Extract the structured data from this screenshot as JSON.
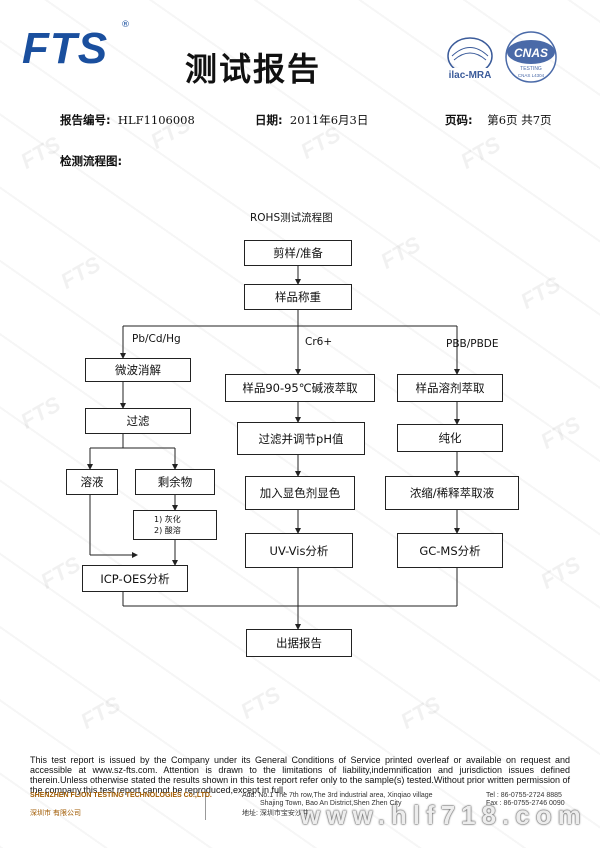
{
  "header": {
    "logo_text": "FTS",
    "title": "测试报告",
    "ilac_text": "ilac-MRA",
    "cnas_text": "CNAS",
    "cnas_sub": "TESTING",
    "cnas_code": "CNAS L4304"
  },
  "meta": {
    "report_no_label": "报告编号:",
    "report_no": "HLF1106008",
    "date_label": "日期:",
    "date": "2011年6月3日",
    "page_label": "页码:",
    "page": "第6页 共7页"
  },
  "section_title": "检测流程图:",
  "flowchart": {
    "title": "ROHS测试流程图",
    "cut": "剪样/准备",
    "weigh": "样品称重",
    "branch_left": "Pb/Cd/Hg",
    "branch_mid": "Cr6+",
    "branch_right": "PBB/PBDE",
    "microwave": "微波消解",
    "filter": "过滤",
    "solution": "溶液",
    "residue": "剩余物",
    "residue_step1": "1) 灰化",
    "residue_step2": "2) 酸溶",
    "icp": "ICP-OES分析",
    "alkali": "样品90-95℃碱液萃取",
    "filter_ph": "过滤并调节pH值",
    "color": "加入显色剂显色",
    "uv": "UV-Vis分析",
    "solvent": "样品溶剂萃取",
    "purify": "纯化",
    "concentrate": "浓缩/稀释萃取液",
    "gcms": "GC-MS分析",
    "report": "出据报告"
  },
  "footer": {
    "disclaimer": "This test report is issued by the Company under its General Conditions of Service printed overleaf or available on request and accessible at www.sz-fts.com. Attention is drawn to the limitations of liability,indemnification and jurisdiction issues defined therein.Unless otherwise stated the results shown in this test report refer only to the sample(s) tested.Without prior written permission of the company,this test report cannot be reproduced,except in full.",
    "company": "SHENZHEN FLION TESTING TECHNOLOGIES Co.,LTD.",
    "company_cn": "深圳市              有限公司",
    "addr_label": "Add:",
    "addr_line1": "No.1 The 7th row,The 3rd industrial area, Xinqiao village",
    "addr_line2": "Shajing Town, Bao An District,Shen Zhen City",
    "addr_cn": "地址: 深圳市宝安沙井",
    "tel": "Tel : 86-0755-2724 8885",
    "fax": "Fax : 86-0755-2746 0090",
    "watermark_site": "www.hlf718.com"
  }
}
